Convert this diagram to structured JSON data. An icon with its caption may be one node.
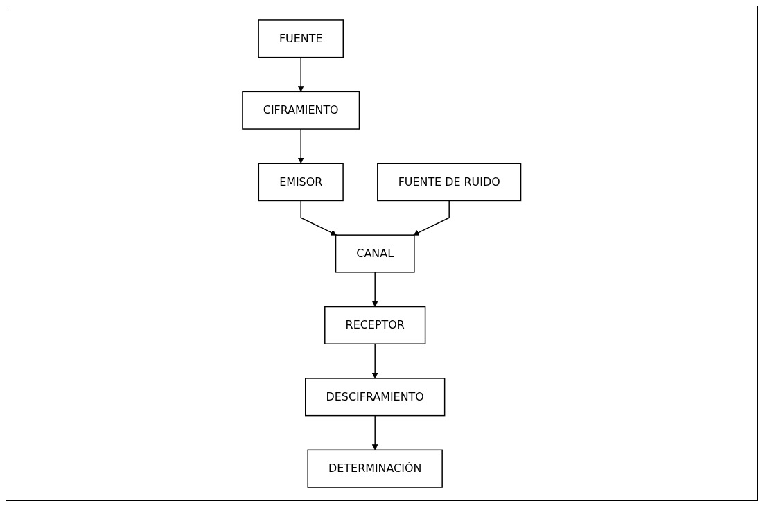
{
  "diagram": {
    "nodes": [
      {
        "text": [
          "FUENTE"
        ]
      },
      {
        "text": [
          "CIFRAMIENTO"
        ]
      },
      {
        "text": [
          "EMISOR"
        ]
      },
      {
        "text": [
          "FUENTE DE RUIDO"
        ]
      },
      {
        "text": [
          "CANAL"
        ]
      },
      {
        "text": [
          "DESCIFRAMIENTO"
        ]
      },
      {
        "text": [
          "RECEPTOR"
        ]
      },
      {
        "text": [
          "DETERMINACIÓN"
        ]
      }
    ],
    "edges": [
      {
        "from": 0,
        "to": 1,
        "arrow": "to"
      },
      {
        "from": 1,
        "to": 2,
        "arrow": "to"
      },
      {
        "from": 2,
        "to": 4,
        "arrow": "to"
      },
      {
        "from": 3,
        "to": 4,
        "arrow": "to"
      },
      {
        "from": 4,
        "to": 6,
        "arrow": "to"
      },
      {
        "from": 6,
        "to": 5,
        "arrow": "to"
      },
      {
        "from": 5,
        "to": 7,
        "arrow": "to"
      }
    ]
  }
}
